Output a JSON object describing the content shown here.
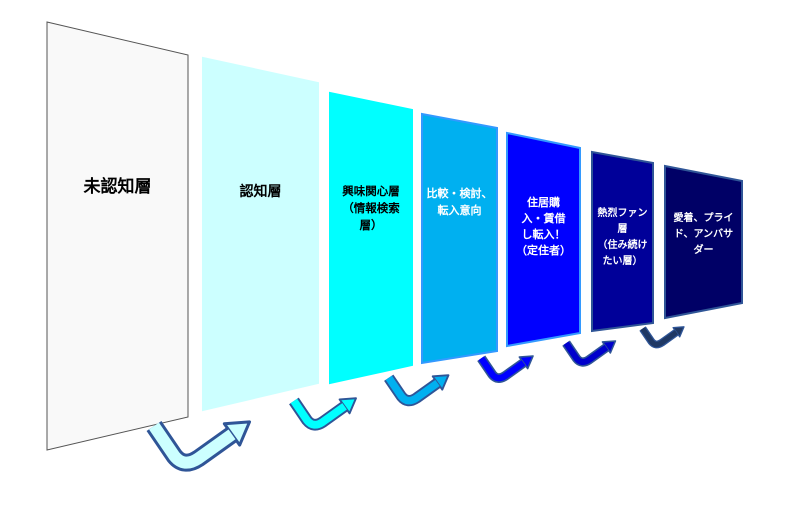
{
  "stages": [
    {
      "lines": [
        "未認知層"
      ],
      "fill": "#f9f9f9",
      "stroke": "#555555",
      "text_color": "#000000"
    },
    {
      "lines": [
        "認知層"
      ],
      "fill": "#ccffff",
      "stroke": "#ccffff",
      "text_color": "#000000"
    },
    {
      "lines": [
        "興味関心層",
        "（情報検索",
        "層）"
      ],
      "fill": "#00ffff",
      "stroke": "#00ffff",
      "text_color": "#000000"
    },
    {
      "lines": [
        "比較・検討、",
        "転入意向"
      ],
      "fill": "#00b0f0",
      "stroke": "#3399ff",
      "text_color": "#ffffff"
    },
    {
      "lines": [
        "住居購",
        "入・賃借",
        "し転入！",
        "（定住者）"
      ],
      "fill": "#0000ff",
      "stroke": "#3399ff",
      "text_color": "#ffffff"
    },
    {
      "lines": [
        "熱烈ファン",
        "層",
        "（住み続け",
        "たい層）"
      ],
      "fill": "#000099",
      "stroke": "#2f5597",
      "text_color": "#ffffff"
    },
    {
      "lines": [
        "愛着、プライ",
        "ド、アンバサ",
        "ダー"
      ],
      "fill": "#000066",
      "stroke": "#2f5597",
      "text_color": "#ffffff"
    }
  ],
  "arrows": [
    {
      "fill": "#ccffff"
    },
    {
      "fill": "#00ffff"
    },
    {
      "fill": "#00b0f0"
    },
    {
      "fill": "#0000ff"
    },
    {
      "fill": "#0000cc"
    },
    {
      "fill": "#1f3864"
    }
  ],
  "arrow_outline": "#2f5597"
}
